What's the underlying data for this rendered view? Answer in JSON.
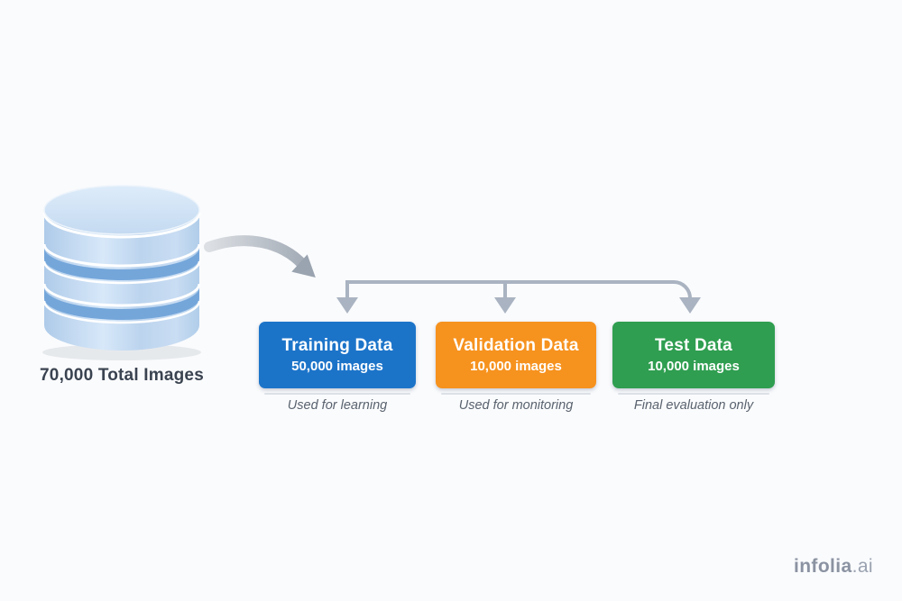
{
  "diagram": {
    "type": "data-split-flow",
    "source": {
      "icon": "database-icon",
      "label": "70,000 Total Images"
    },
    "splits": [
      {
        "title": "Training Data",
        "count": "50,000 images",
        "caption": "Used for learning",
        "color": "#1c74c9"
      },
      {
        "title": "Validation Data",
        "count": "10,000 images",
        "caption": "Used for monitoring",
        "color": "#f6921e"
      },
      {
        "title": "Test Data",
        "count": "10,000 images",
        "caption": "Final evaluation only",
        "color": "#2f9e50"
      }
    ]
  },
  "watermark": {
    "brand": "infolia",
    "suffix": ".ai"
  },
  "colors": {
    "background": "#fafbfd",
    "connector": "#a9b3c1",
    "source_label_text": "#3a4350",
    "caption_text": "#59626e",
    "card_text": "#ffffff",
    "cylinder_body": "#bcd5ef",
    "cylinder_band": "#74a6da"
  }
}
